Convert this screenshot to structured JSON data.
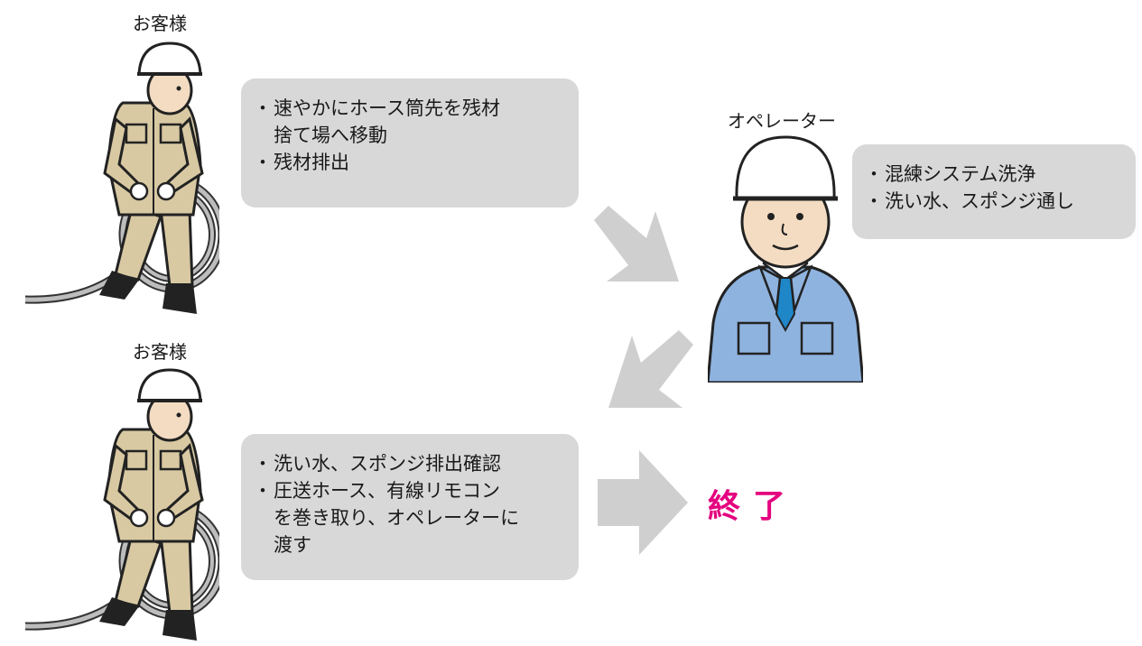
{
  "colors": {
    "box_fill": "#d8d8d8",
    "arrow_fill": "#cfcfcf",
    "end_text": "#e4007f",
    "customer_uniform": "#d8c9a3",
    "operator_uniform": "#8fb3df",
    "operator_tie": "#1f86c8"
  },
  "step1": {
    "actor": "お客様",
    "bullets": [
      [
        "速やかにホース筒先を残材",
        "捨て場へ移動"
      ],
      [
        "残材排出"
      ]
    ]
  },
  "step2": {
    "actor": "オペレーター",
    "bullets": [
      [
        "混練システム洗浄"
      ],
      [
        "洗い水、スポンジ通し"
      ]
    ]
  },
  "step3": {
    "actor": "お客様",
    "bullets": [
      [
        "洗い水、スポンジ排出確認"
      ],
      [
        "圧送ホース、有線リモコン",
        "を巻き取り、オペレーターに",
        "渡す"
      ]
    ]
  },
  "end_label": "終了",
  "icons": {
    "customer_figure_top": "worker-with-hose-icon",
    "customer_figure_bottom": "worker-with-hose-icon",
    "operator_figure": "operator-with-helmet-icon",
    "arrow_1": "arrow-down-right-icon",
    "arrow_2": "arrow-down-left-icon",
    "arrow_3": "arrow-right-icon"
  }
}
